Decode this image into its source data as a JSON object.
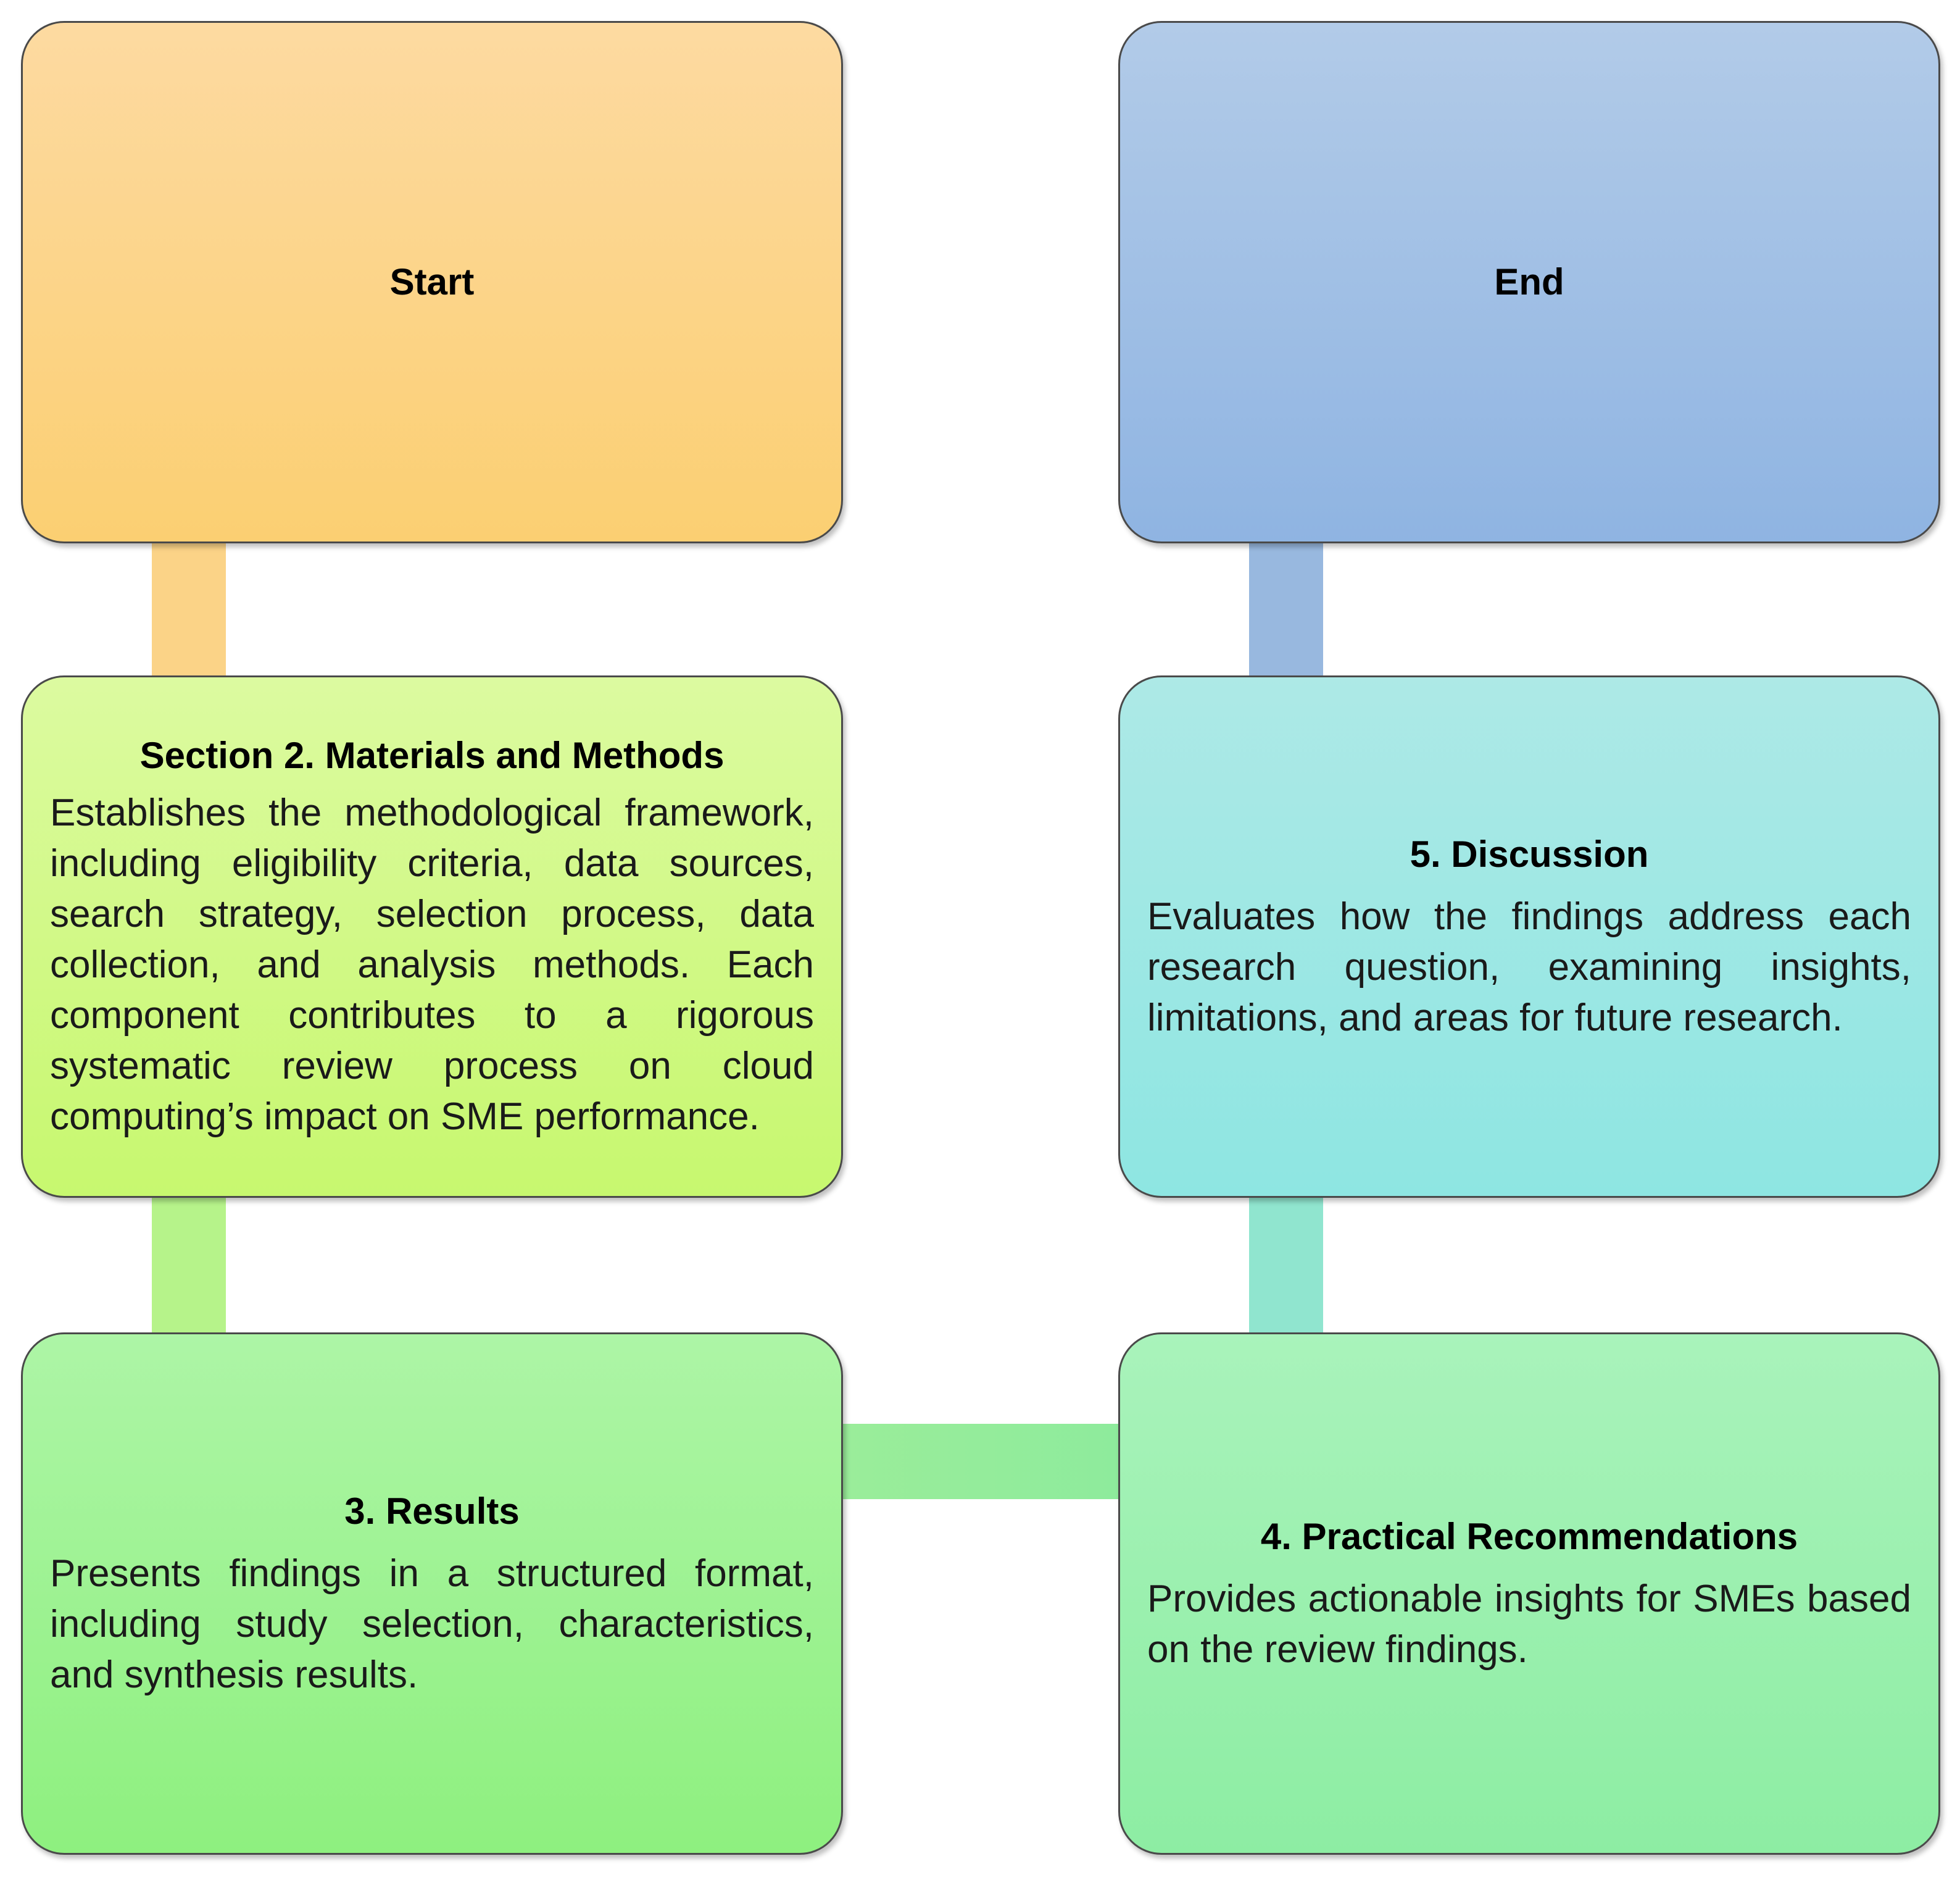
{
  "diagram": {
    "start": {
      "title": "Start"
    },
    "end": {
      "title": "End"
    },
    "methods": {
      "title": "Section 2. Materials and Methods",
      "body": "Establishes the methodological framework, including eligibility criteria, data sources, search strategy, selection process, data collection, and analysis methods. Each component contributes to a rigorous systematic review process on cloud computing’s impact on SME performance."
    },
    "discussion": {
      "title": "5. Discussion",
      "body": "Evaluates how the findings address each research question, examining insights, limitations, and areas for future research."
    },
    "results": {
      "title": "3. Results",
      "body": "Presents findings in a structured format, including study selection, characteristics, and synthesis results."
    },
    "practical": {
      "title": "4. Practical Recommendations",
      "body": "Provides actionable insights for SMEs based on the review findings."
    }
  },
  "colors": {
    "start_fill": "#fbd387",
    "end_fill": "#98b8df",
    "methods_fill": "#c7f86f",
    "discussion_fill": "#8ee6e2",
    "results_fill": "#8ef07f",
    "practical_fill": "#8deda3",
    "border": "#4a4a4a"
  }
}
